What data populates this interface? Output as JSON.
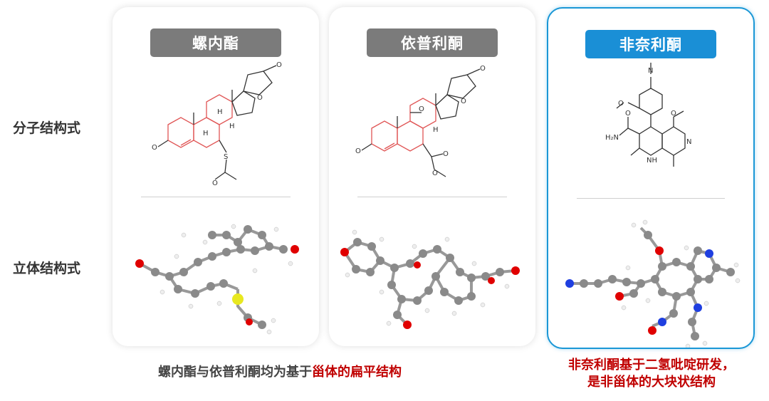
{
  "row_labels": {
    "structural_formula": "分子结构式",
    "3d_structure": "立体结构式"
  },
  "drugs": [
    {
      "name": "螺内酯",
      "highlight": false
    },
    {
      "name": "依普利酮",
      "highlight": false
    },
    {
      "name": "非奈利酮",
      "highlight": true
    }
  ],
  "atom_labels": {
    "o": "O",
    "s": "S",
    "h": "H",
    "n": "N",
    "nh": "NH",
    "h2n": "H₂N"
  },
  "captions": {
    "left_prefix": "螺内酯与依普利酮均为基于",
    "left_red": "甾体的扁平结构",
    "right_line1": "非奈利酮基于二氢吡啶研发，",
    "right_line2": "是非甾体的大块状结构"
  },
  "colors": {
    "gray_pill": "#7b7b7b",
    "blue_pill": "#1a8fd6",
    "highlight_border": "#1a97d6",
    "red_text": "#c00000",
    "steroid_ring_red": "#e05555",
    "atom_carbon": "#8a8a8a",
    "atom_oxygen": "#e00000",
    "atom_nitrogen": "#1f3fe0",
    "atom_sulfur": "#e8e820"
  }
}
